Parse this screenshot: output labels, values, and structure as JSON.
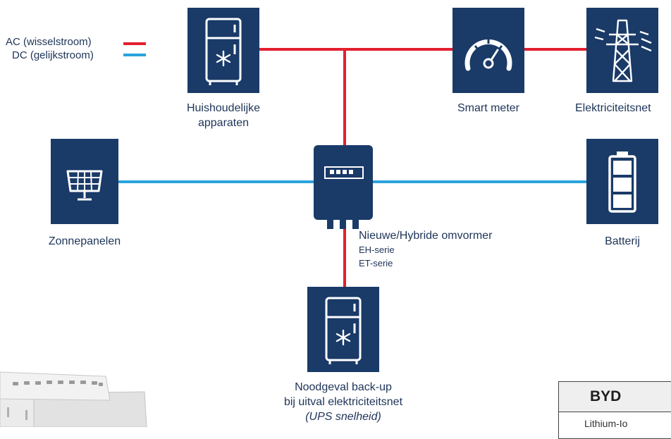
{
  "legend": {
    "ac_label": "AC (wisselstroom)",
    "dc_label": "DC (gelijkstroom)",
    "ac_color": "#e3202e",
    "dc_color": "#2aa3dc"
  },
  "nodes": {
    "appliances": {
      "line1": "Huishoudelijke",
      "line2": "apparaten"
    },
    "smart_meter": {
      "label": "Smart meter"
    },
    "grid": {
      "label": "Elektriciteitsnet"
    },
    "solar": {
      "label": "Zonnepanelen"
    },
    "inverter": {
      "title": "Nieuwe/Hybride omvormer",
      "series1": "EH-serie",
      "series2": "ET-serie"
    },
    "battery": {
      "label": "Batterij"
    },
    "backup": {
      "line1": "Noodgeval back-up",
      "line2": "bij uitval elektriciteitsnet",
      "line3": "(UPS snelheid)"
    }
  },
  "byd_panel": {
    "brand": "BYD",
    "subtext": "Lithium-Io"
  },
  "colors": {
    "tile": "#1a3a68",
    "text": "#1e3458"
  }
}
